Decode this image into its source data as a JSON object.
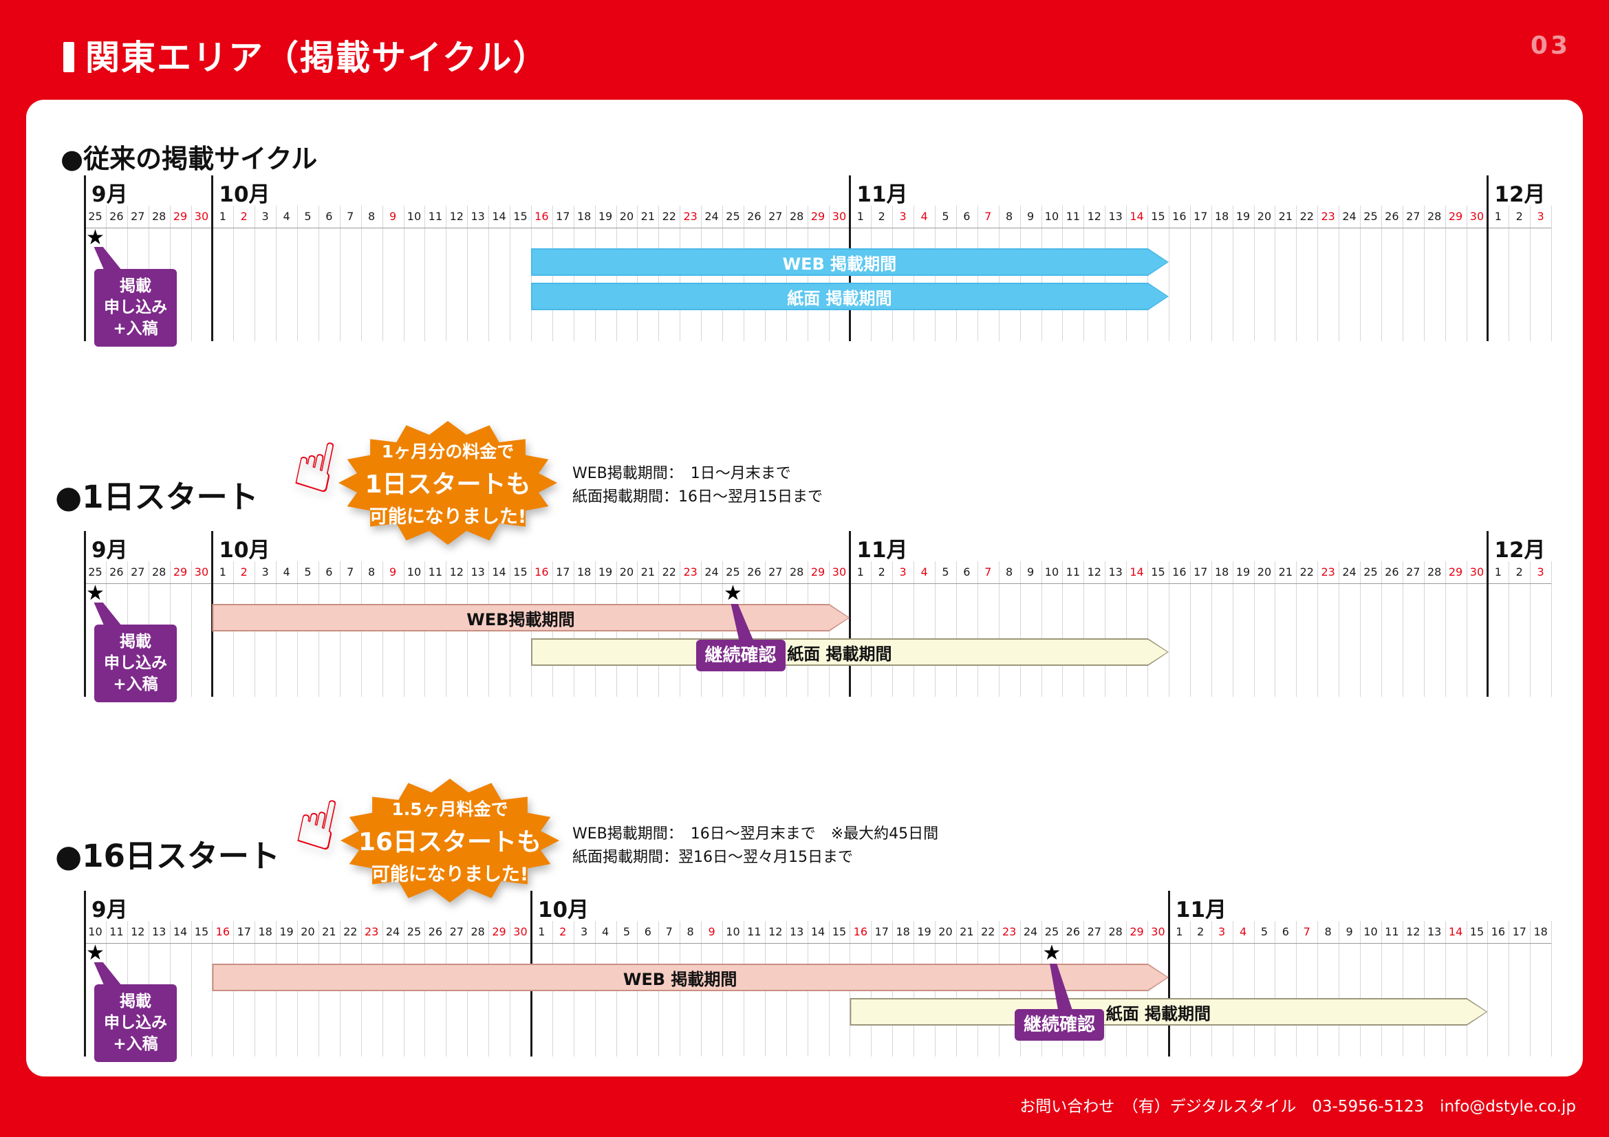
{
  "page": {
    "title": "関東エリア（掲載サイクル）",
    "number": "03",
    "footer": "お問い合わせ　（有）デジタルスタイル　03-5956-5123　info@dstyle.co.jp"
  },
  "colors": {
    "brand_red": "#E60012",
    "arrow_blue": "#5CC7F0",
    "arrow_pink": "#F5CDC3",
    "arrow_cream": "#FBF9DC",
    "callout_purple": "#7D2A8A",
    "burst_orange": "#EF8200"
  },
  "sections": [
    {
      "heading": "●従来の掲載サイクル",
      "calendar": {
        "months": [
          {
            "name": "9月",
            "start": 25,
            "end": 30,
            "red": [
              29,
              30
            ]
          },
          {
            "name": "10月",
            "start": 1,
            "end": 30,
            "red": [
              2,
              9,
              16,
              23,
              29,
              30
            ]
          },
          {
            "name": "11月",
            "start": 1,
            "end": 30,
            "red": [
              3,
              4,
              7,
              14,
              23,
              29,
              30
            ]
          },
          {
            "name": "12月",
            "start": 1,
            "end": 3,
            "red": [
              3
            ]
          }
        ]
      },
      "arrows": [
        {
          "label": "WEB 掲載期間",
          "style": "blue",
          "from_cell": 21,
          "to_cell": 51,
          "row": 0
        },
        {
          "label": "紙面 掲載期間",
          "style": "blue",
          "from_cell": 21,
          "to_cell": 51,
          "row": 1
        }
      ],
      "stars": [
        {
          "cell": 0
        }
      ],
      "callout": {
        "cell": 0,
        "lines": [
          "掲載",
          "申し込み",
          "+入稿"
        ]
      }
    },
    {
      "heading": "●1日スタート",
      "burst": {
        "line1": "1ヶ月分の料金で",
        "line2": "1日スタートも",
        "line3": "可能になりました!"
      },
      "notes": [
        "WEB掲載期間：　1日〜月末まで",
        "紙面掲載期間：16日〜翌月15日まで"
      ],
      "calendar": {
        "months": [
          {
            "name": "9月",
            "start": 25,
            "end": 30,
            "red": [
              29,
              30
            ]
          },
          {
            "name": "10月",
            "start": 1,
            "end": 30,
            "red": [
              2,
              9,
              16,
              23,
              29,
              30
            ]
          },
          {
            "name": "11月",
            "start": 1,
            "end": 30,
            "red": [
              3,
              4,
              7,
              14,
              23,
              29,
              30
            ]
          },
          {
            "name": "12月",
            "start": 1,
            "end": 3,
            "red": [
              3
            ]
          }
        ]
      },
      "arrows": [
        {
          "label": "WEB掲載期間",
          "style": "pink",
          "from_cell": 6,
          "to_cell": 36,
          "row": 0
        },
        {
          "label": "紙面 掲載期間",
          "style": "cream",
          "from_cell": 21,
          "to_cell": 51,
          "row": 1
        }
      ],
      "stars": [
        {
          "cell": 0
        },
        {
          "cell": 30
        }
      ],
      "callout": {
        "cell": 0,
        "lines": [
          "掲載",
          "申し込み",
          "+入稿"
        ]
      },
      "confirm": {
        "cell": 30,
        "label": "継続確認"
      }
    },
    {
      "heading": "●16日スタート",
      "burst": {
        "line1": "1.5ヶ月料金で",
        "line2": "16日スタートも",
        "line3": "可能になりました!"
      },
      "notes": [
        "WEB掲載期間：　16日〜翌月末まで　※最大約45日間",
        "紙面掲載期間：翌16日〜翌々月15日まで"
      ],
      "calendar": {
        "months": [
          {
            "name": "9月",
            "start": 10,
            "end": 30,
            "red": [
              16,
              23,
              29,
              30
            ]
          },
          {
            "name": "10月",
            "start": 1,
            "end": 30,
            "red": [
              2,
              9,
              16,
              23,
              29,
              30
            ]
          },
          {
            "name": "11月",
            "start": 1,
            "end": 18,
            "red": [
              3,
              4,
              7,
              14
            ]
          }
        ]
      },
      "arrows": [
        {
          "label": "WEB 掲載期間",
          "style": "pink",
          "from_cell": 6,
          "to_cell": 51,
          "row": 0
        },
        {
          "label": "紙面 掲載期間",
          "style": "cream",
          "from_cell": 36,
          "to_cell": 66,
          "row": 1
        }
      ],
      "stars": [
        {
          "cell": 0
        },
        {
          "cell": 45
        }
      ],
      "callout": {
        "cell": 0,
        "lines": [
          "掲載",
          "申し込み",
          "+入稿"
        ]
      },
      "confirm": {
        "cell": 45,
        "label": "継続確認"
      }
    }
  ]
}
